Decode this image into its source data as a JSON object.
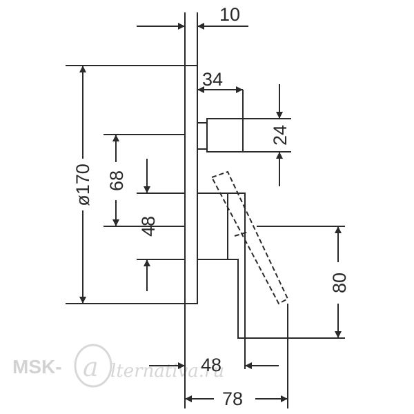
{
  "drawing": {
    "colors": {
      "line": "#2a2a2a",
      "watermark": "#d0d0d0"
    },
    "dimensions": {
      "plate_thickness": "10",
      "stem_projection": "34",
      "stem_diameter": "24",
      "plate_diameter": "ø170",
      "upper_offset": "68",
      "lower_offset": "48",
      "lever_height": "80",
      "lever_projection": "48",
      "overall_depth": "78"
    },
    "watermark": {
      "prefix": "MSK-",
      "script": "lternativa.ru"
    }
  }
}
